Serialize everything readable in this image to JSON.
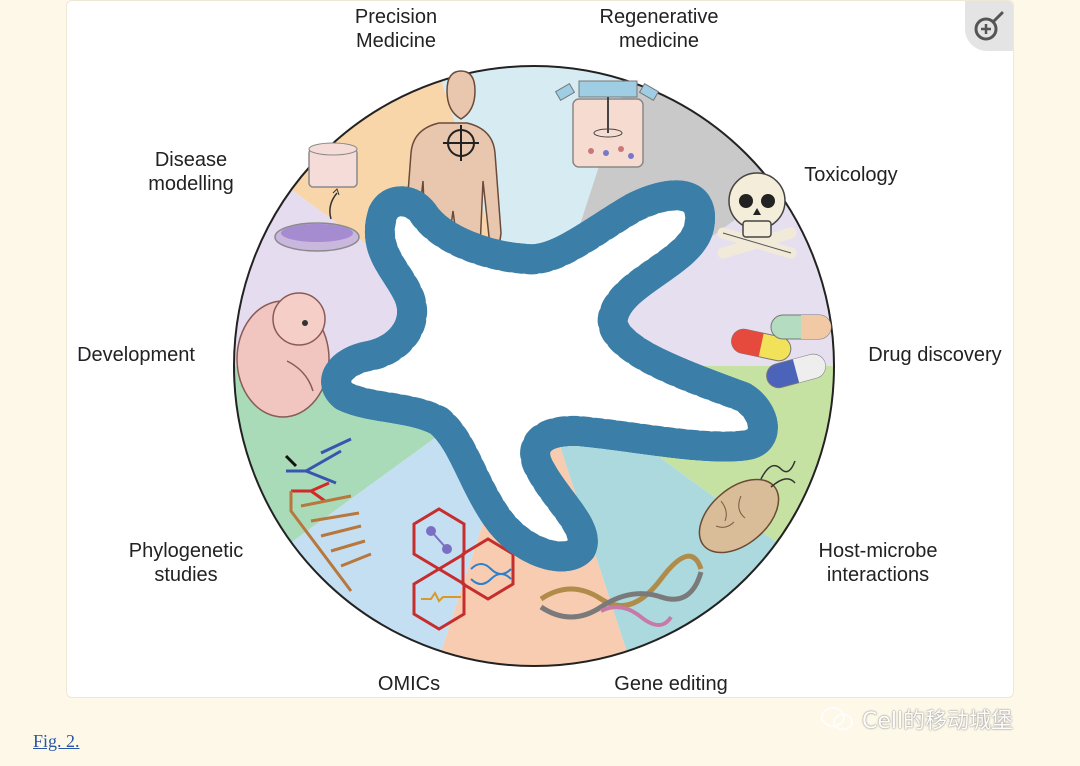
{
  "figure": {
    "segments": [
      {
        "id": "precision",
        "lines": [
          "Precision",
          "Medicine"
        ],
        "color": "#d6ecf2"
      },
      {
        "id": "regenerative",
        "lines": [
          "Regenerative",
          "medicine"
        ],
        "color": "#c9c9c9"
      },
      {
        "id": "toxicology",
        "lines": [
          "Toxicology"
        ],
        "color": "#e6dff0"
      },
      {
        "id": "drug",
        "lines": [
          "Drug discovery"
        ],
        "color": "#c6e2a3"
      },
      {
        "id": "hostmicrobe",
        "lines": [
          "Host-microbe",
          "interactions"
        ],
        "color": "#abd9de"
      },
      {
        "id": "gene",
        "lines": [
          "Gene editing"
        ],
        "color": "#f7ccb0"
      },
      {
        "id": "omics",
        "lines": [
          "OMICs"
        ],
        "color": "#c5dff2"
      },
      {
        "id": "phylo",
        "lines": [
          "Phylogenetic",
          "studies"
        ],
        "color": "#a9dbb9"
      },
      {
        "id": "development",
        "lines": [
          "Development"
        ],
        "color": "#e5dcef"
      },
      {
        "id": "disease",
        "lines": [
          "Disease",
          "modelling"
        ],
        "color": "#f9d6a9"
      }
    ]
  },
  "caption_link": "Fig. 2.",
  "watermark": "Cell的移动城堡",
  "zoom_icon": "zoom-in-icon"
}
